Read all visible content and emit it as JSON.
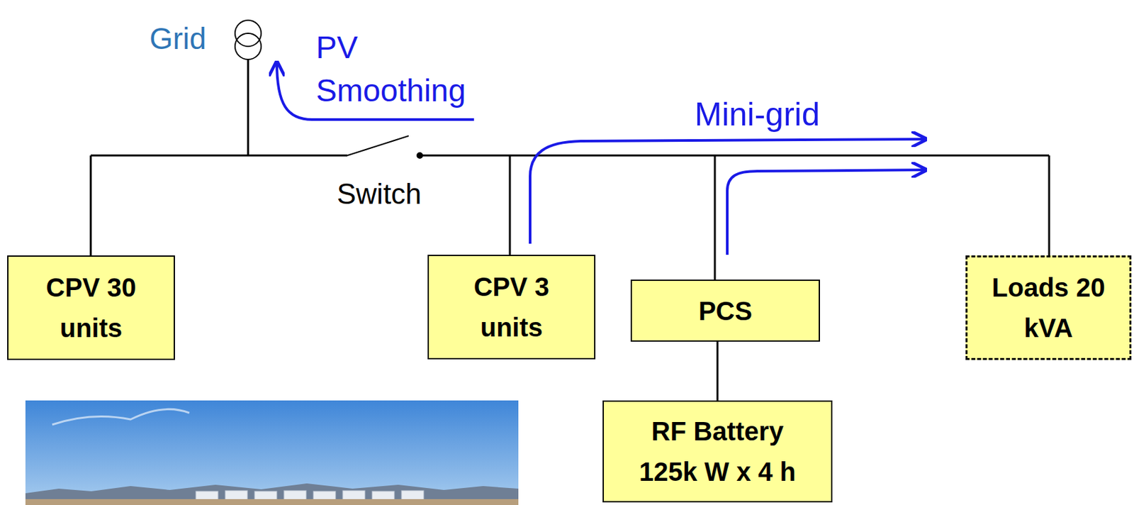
{
  "diagram": {
    "nodes": [
      {
        "text": [
          "CPV 30 units"
        ]
      },
      {
        "text": [
          "CPV 3 units"
        ]
      },
      {
        "text": [
          "PCS"
        ]
      },
      {
        "text": [
          "RF Battery 125k W x 4 h"
        ]
      },
      {
        "text": [
          "Loads 20 kVA"
        ]
      }
    ],
    "edges": [
      {
        "from": 2,
        "to": 3,
        "arrow": "none"
      }
    ],
    "labels": [
      "Grid",
      "PV Smoothing",
      "Switch",
      "Mini-grid"
    ]
  }
}
